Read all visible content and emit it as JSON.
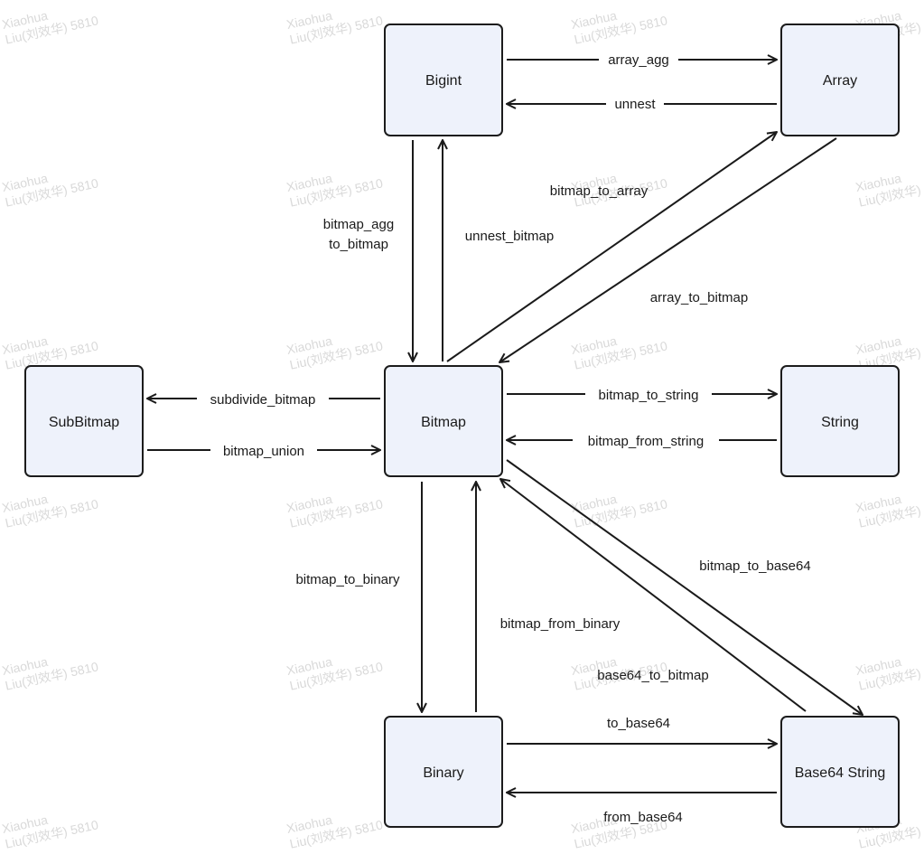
{
  "nodes": {
    "bigint": "Bigint",
    "array": "Array",
    "subbitmap": "SubBitmap",
    "bitmap": "Bitmap",
    "string": "String",
    "binary": "Binary",
    "base64": "Base64 String"
  },
  "edges": {
    "array_agg": "array_agg",
    "unnest": "unnest",
    "bitmap_agg": "bitmap_agg",
    "to_bitmap": "to_bitmap",
    "unnest_bitmap": "unnest_bitmap",
    "bitmap_to_array": "bitmap_to_array",
    "array_to_bitmap": "array_to_bitmap",
    "subdivide_bitmap": "subdivide_bitmap",
    "bitmap_union": "bitmap_union",
    "bitmap_to_string": "bitmap_to_string",
    "bitmap_from_string": "bitmap_from_string",
    "bitmap_to_binary": "bitmap_to_binary",
    "bitmap_from_binary": "bitmap_from_binary",
    "bitmap_to_base64": "bitmap_to_base64",
    "base64_to_bitmap": "base64_to_bitmap",
    "to_base64": "to_base64",
    "from_base64": "from_base64"
  },
  "watermark": {
    "line1": "Xiaohua",
    "line2": "Liu(刘效华) 5810"
  },
  "colors": {
    "node_fill": "#eef2fb",
    "stroke": "#1a1a1a",
    "watermark": "#d9d9d9"
  }
}
